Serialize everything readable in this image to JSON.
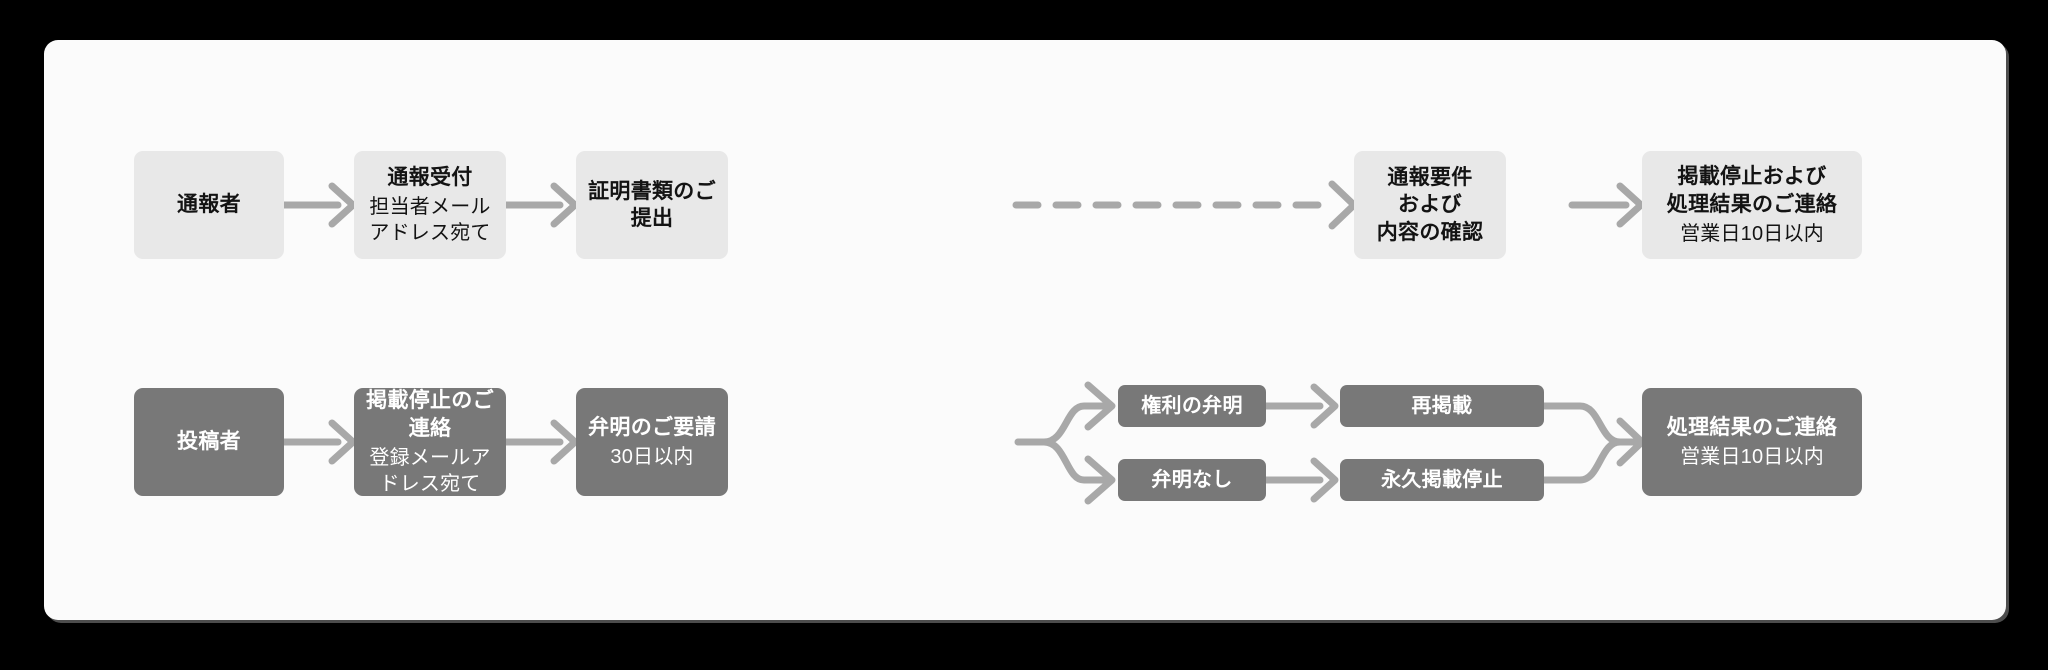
{
  "diagram": {
    "type": "flowchart",
    "background_color": "#000000",
    "card_color": "#fbfbfb",
    "light_node_color": "#e8e8e8",
    "dark_node_color": "#787878",
    "connector_color": "#a8a8a8",
    "rows": [
      {
        "id": "reporter-row",
        "label": "reporter-flow",
        "nodes": [
          {
            "id": "reporter",
            "title": "通報者",
            "sub": ""
          },
          {
            "id": "report-received",
            "title": "通報受付",
            "sub": "担当者メールアドレス宛て"
          },
          {
            "id": "submit-documents",
            "title": "証明書類のご提出",
            "sub": ""
          },
          {
            "id": "verify-requirements",
            "title": "通報要件\nおよび\n内容の確認",
            "sub": ""
          },
          {
            "id": "suspend-and-notify",
            "title": "掲載停止および\n処理結果のご連絡",
            "sub": "営業日10日以内"
          }
        ]
      },
      {
        "id": "poster-row",
        "label": "poster-flow",
        "nodes": [
          {
            "id": "poster",
            "title": "投稿者",
            "sub": ""
          },
          {
            "id": "suspension-notice",
            "title": "掲載停止のご連絡",
            "sub": "登録メールアドレス宛て"
          },
          {
            "id": "defense-request",
            "title": "弁明のご要請",
            "sub": "30日以内"
          },
          {
            "id": "rights-defense",
            "title": "権利の弁明",
            "sub": ""
          },
          {
            "id": "no-defense",
            "title": "弁明なし",
            "sub": ""
          },
          {
            "id": "republish",
            "title": "再掲載",
            "sub": ""
          },
          {
            "id": "permanent-suspend",
            "title": "永久掲載停止",
            "sub": ""
          },
          {
            "id": "result-notice",
            "title": "処理結果のご連絡",
            "sub": "営業日10日以内"
          }
        ]
      }
    ],
    "connectors": [
      {
        "id": "c1",
        "from": "reporter",
        "to": "report-received",
        "style": "solid"
      },
      {
        "id": "c2",
        "from": "report-received",
        "to": "submit-documents",
        "style": "solid"
      },
      {
        "id": "c3",
        "from": "submit-documents",
        "to": "verify-requirements",
        "style": "dashed"
      },
      {
        "id": "c4",
        "from": "verify-requirements",
        "to": "suspend-and-notify",
        "style": "solid"
      },
      {
        "id": "c5",
        "from": "poster",
        "to": "suspension-notice",
        "style": "solid"
      },
      {
        "id": "c6",
        "from": "suspension-notice",
        "to": "defense-request",
        "style": "solid"
      },
      {
        "id": "c7",
        "from": "defense-request",
        "to": "rights-defense",
        "style": "fork-up"
      },
      {
        "id": "c8",
        "from": "defense-request",
        "to": "no-defense",
        "style": "fork-down"
      },
      {
        "id": "c9",
        "from": "rights-defense",
        "to": "republish",
        "style": "solid"
      },
      {
        "id": "c10",
        "from": "no-defense",
        "to": "permanent-suspend",
        "style": "solid"
      },
      {
        "id": "c11",
        "from": "republish",
        "to": "result-notice",
        "style": "merge-up"
      },
      {
        "id": "c12",
        "from": "permanent-suspend",
        "to": "result-notice",
        "style": "merge-down"
      }
    ]
  }
}
